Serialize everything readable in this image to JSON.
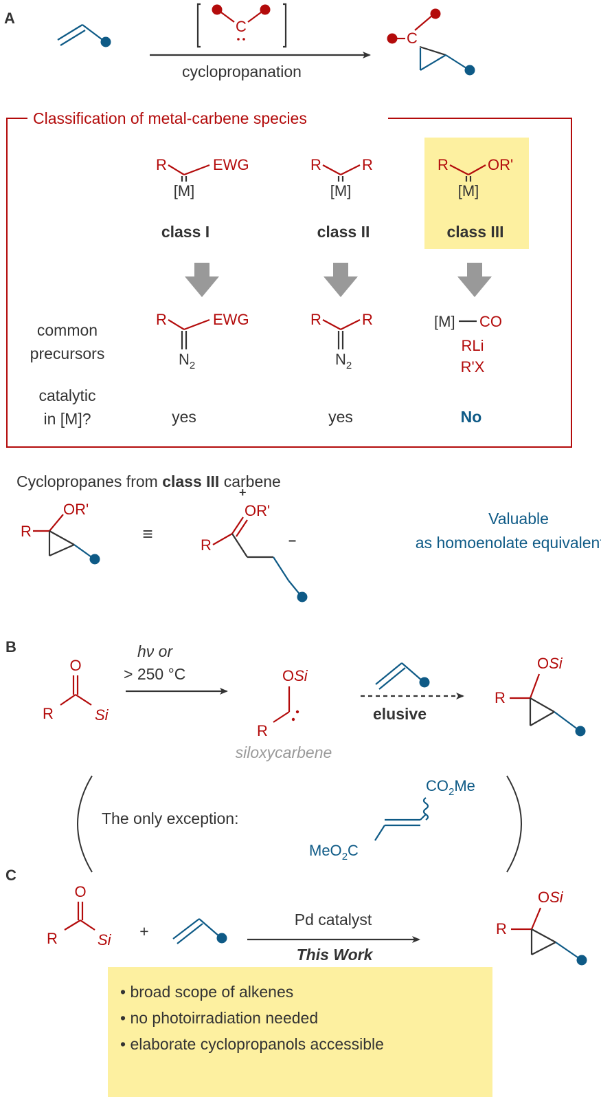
{
  "colors": {
    "red": "#b30b0b",
    "blue": "#0e5a86",
    "dark": "#333333",
    "highlight": "#fdf0a0",
    "arrow_gray": "#999999"
  },
  "panelA": {
    "label": "A",
    "carbene_atom": "C",
    "arrow_label": "cyclopropanation",
    "product_atom": "C",
    "box_title": "Classification of metal-carbene species",
    "classes": [
      {
        "left": "R",
        "right": "EWG",
        "metal": "[M]",
        "name": "class I",
        "precursor_left": "R",
        "precursor_right": "EWG",
        "precursor_bottom": "N",
        "precursor_sub": "2",
        "catalytic": "yes"
      },
      {
        "left": "R",
        "right": "R",
        "metal": "[M]",
        "name": "class II",
        "precursor_left": "R",
        "precursor_right": "R",
        "precursor_bottom": "N",
        "precursor_sub": "2",
        "catalytic": "yes"
      },
      {
        "left": "R",
        "right": "OR'",
        "metal": "[M]",
        "name": "class III",
        "precursor_lines": [
          "[M]",
          "CO",
          "RLi",
          "R'X"
        ],
        "catalytic": "No"
      }
    ],
    "row_label_precursors": [
      "common",
      "precursors"
    ],
    "row_label_catalytic": [
      "catalytic",
      "in [M]?"
    ],
    "cyclopropanes_heading": {
      "prefix": "Cyclopropanes from ",
      "bold": "class III",
      "suffix": " carbene"
    },
    "cp_R": "R",
    "cp_OR": "OR'",
    "equiv": "≡",
    "res_plus": "+",
    "res_OR": "OR'",
    "res_R": "R",
    "res_minus": "–",
    "valuable": [
      "Valuable",
      "as homoenolate equivalents"
    ]
  },
  "panelB": {
    "label": "B",
    "sm_O": "O",
    "sm_R": "R",
    "sm_Si": "Si",
    "conditions": [
      "hν or",
      "> 250 °C"
    ],
    "carbene_OSi": {
      "O": "O",
      "Si": "Si"
    },
    "carbene_R": "R",
    "carbene_name": "siloxycarbene",
    "arrow_label": "elusive",
    "prod_OSi": {
      "O": "O",
      "Si": "Si"
    },
    "prod_R": "R",
    "exception_text": "The only exception:",
    "ester_top": {
      "a": "CO",
      "sub": "2",
      "b": "Me"
    },
    "ester_bottom": {
      "a": "MeO",
      "sub": "2",
      "b": "C"
    }
  },
  "panelC": {
    "label": "C",
    "sm_O": "O",
    "sm_R": "R",
    "sm_Si": "Si",
    "plus": "+",
    "arrow_top": "Pd catalyst",
    "arrow_bottom": "This Work",
    "prod_OSi": {
      "O": "O",
      "Si": "Si"
    },
    "prod_R": "R",
    "bullets": [
      "• broad scope of alkenes",
      "• no photoirradiation needed",
      "• elaborate cyclopropanols accessible"
    ]
  }
}
